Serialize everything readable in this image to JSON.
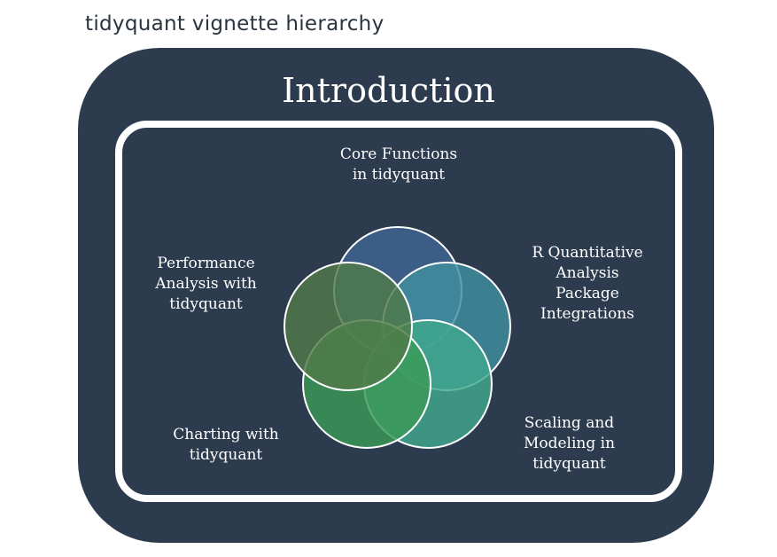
{
  "page_title": "tidyquant vignette hierarchy",
  "container": {
    "title": "Introduction"
  },
  "colors": {
    "container_fill": "#2d3b4f",
    "inner_border": "#ffffff",
    "circle_core": "#3f6593",
    "circle_r_integration": "#3f8fa0",
    "circle_scaling": "#3fa88c",
    "circle_charting": "#3a9a58",
    "circle_performance": "#4f7a48"
  },
  "topics": [
    {
      "label": "Core Functions\nin tidyquant"
    },
    {
      "label": "R Quantitative\nAnalysis\nPackage\nIntegrations"
    },
    {
      "label": "Scaling and\nModeling in\ntidyquant"
    },
    {
      "label": "Charting with\ntidyquant"
    },
    {
      "label": "Performance\nAnalysis with\ntidyquant"
    }
  ]
}
